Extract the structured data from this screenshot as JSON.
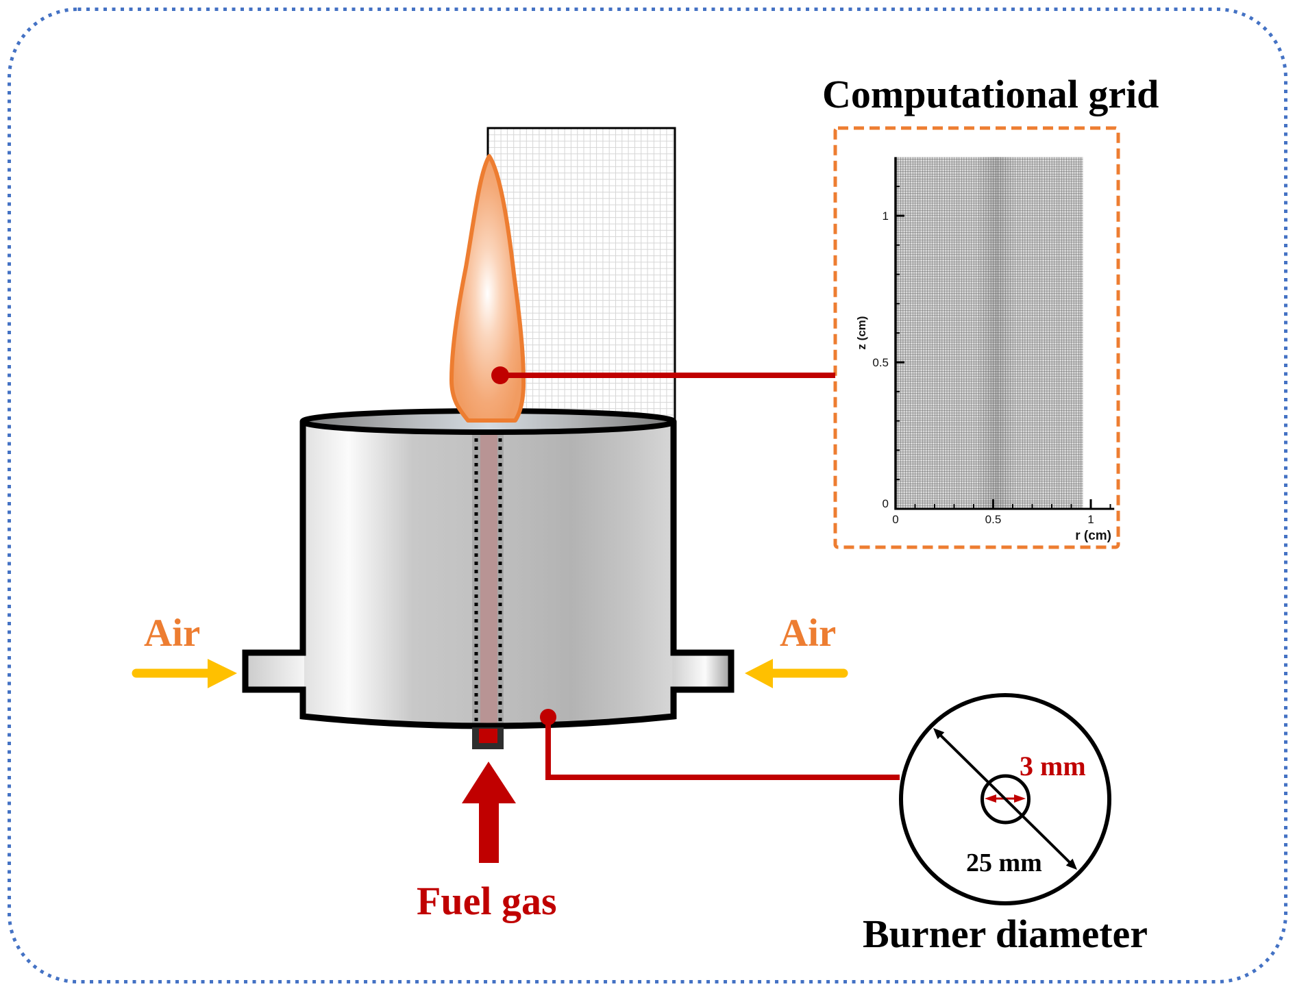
{
  "labels": {
    "grid_title": "Computational grid",
    "air_left": "Air",
    "air_right": "Air",
    "fuel_gas": "Fuel gas",
    "burner_diameter": "Burner diameter",
    "inner_diameter": "3 mm",
    "outer_diameter": "25 mm"
  },
  "icons": {
    "air_inlet_left": "arrow-right-icon",
    "air_inlet_right": "arrow-left-icon",
    "fuel_inlet": "arrow-up-icon",
    "flame": "flame-icon",
    "diameter_arrow": "double-arrow-icon"
  },
  "burner": {
    "inner_diameter_mm": 3,
    "outer_diameter_mm": 25
  },
  "grid_plot": {
    "xlabel": "r (cm)",
    "ylabel": "z (cm)",
    "x_ticks": [
      {
        "value": 0,
        "label": "0"
      },
      {
        "value": 0.5,
        "label": "0.5"
      },
      {
        "value": 1,
        "label": "1"
      }
    ],
    "y_ticks": [
      {
        "value": 0,
        "label": "0"
      },
      {
        "value": 0.5,
        "label": "0.5"
      },
      {
        "value": 1,
        "label": "1"
      }
    ],
    "minor_tick_step": 0.1,
    "x_axis_range": [
      0,
      1.12
    ],
    "y_axis_range": [
      0,
      1.2
    ],
    "mesh_r_range": [
      0,
      0.96
    ],
    "mesh_z_range": [
      0,
      1.2
    ]
  },
  "colors": {
    "air": "#ED7D31",
    "air_arrow": "#FFC000",
    "fuel": "#C00000",
    "grid_box": "#ED7D31",
    "frame": "#4472C4",
    "connector": "#C00000"
  }
}
